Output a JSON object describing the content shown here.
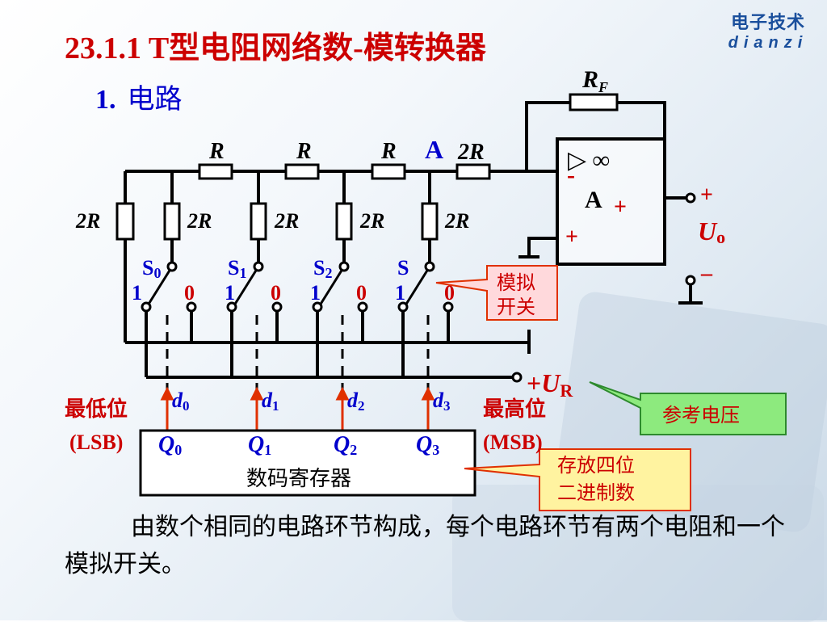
{
  "title": "23.1.1   T型电阻网络数-模转换器",
  "section": {
    "number": "1.",
    "label": "电路"
  },
  "logo": {
    "zh": "电子技术",
    "en": "dianzi"
  },
  "circuit": {
    "feedback_resistor": {
      "main": "R",
      "sub": "F"
    },
    "series_resistors": [
      "R",
      "R",
      "R"
    ],
    "node_label": "A",
    "node_resistor": "2R",
    "branch_resistors": [
      "2R",
      "2R",
      "2R",
      "2R",
      "2R"
    ],
    "opamp": {
      "symbol": "▷ ∞",
      "minus": "-",
      "name": "A",
      "plus_out": "+",
      "plus_in": "+"
    },
    "output": {
      "plus": "+",
      "label_main": "U",
      "label_sub": "o",
      "minus": "–"
    },
    "switches": [
      {
        "name": "S",
        "sub": "0",
        "one": "1",
        "zero": "0"
      },
      {
        "name": "S",
        "sub": "1",
        "one": "1",
        "zero": "0"
      },
      {
        "name": "S",
        "sub": "2",
        "one": "1",
        "zero": "0"
      },
      {
        "name": "S",
        "sub": "",
        "one": "1",
        "zero": "0"
      }
    ],
    "analog_switch_callout": [
      "模拟",
      "开关"
    ],
    "reference": {
      "prefix": "+",
      "main": "U",
      "sub": "R"
    },
    "reference_callout": "参考电压",
    "bits": [
      {
        "d": "d",
        "d_sub": "0",
        "q": "Q",
        "q_sub": "0"
      },
      {
        "d": "d",
        "d_sub": "1",
        "q": "Q",
        "q_sub": "1"
      },
      {
        "d": "d",
        "d_sub": "2",
        "q": "Q",
        "q_sub": "2"
      },
      {
        "d": "d",
        "d_sub": "3",
        "q": "Q",
        "q_sub": "3"
      }
    ],
    "lsb": {
      "line1": "最低位",
      "line2": "(LSB)"
    },
    "msb": {
      "line1": "最高位",
      "line2": "(MSB)"
    },
    "register_label": "数码寄存器",
    "register_callout": [
      "存放四位",
      "二进制数"
    ]
  },
  "description": "由数个相同的电路环节构成，每个电路环节有两个电阻和一个模拟开关。",
  "colors": {
    "title": "#cc0000",
    "section": "#0000cc",
    "label_blue": "#0000cc",
    "label_red": "#cc0000",
    "callout_pink": "#ffd9dc",
    "callout_green": "#8dea7e",
    "callout_yellow": "#fff3a0"
  }
}
